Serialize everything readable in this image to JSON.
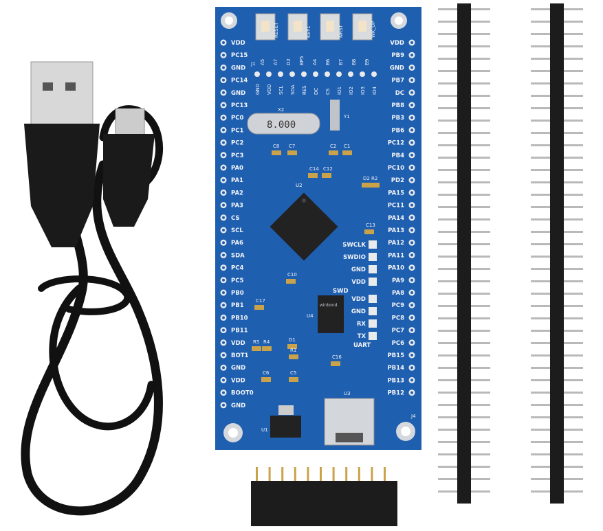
{
  "colors": {
    "pcb": "#1f5fb0",
    "pcb_dark": "#174d94",
    "silkscreen": "#f2f4f8",
    "header_plastic": "#1c1c1c",
    "pins": "#c9a24a",
    "cable": "#111111"
  },
  "board": {
    "left_pins": [
      "VDD",
      "PC15",
      "GND",
      "PC14",
      "GND",
      "PC13",
      "PC0",
      "PC1",
      "PC2",
      "PC3",
      "PA0",
      "PA1",
      "PA2",
      "PA3",
      "CS",
      "SCL",
      "PA6",
      "SDA",
      "PC4",
      "PC5",
      "PB0",
      "PB1",
      "PB10",
      "PB11",
      "VDD",
      "BOT1",
      "GND",
      "VDD",
      "BOOT0",
      "GND"
    ],
    "right_pins": [
      "VDD",
      "PB9",
      "GND",
      "PB7",
      "DC",
      "PB8",
      "PB3",
      "PB6",
      "PC12",
      "PB4",
      "PC10",
      "PD2",
      "PA15",
      "PC11",
      "PA14",
      "PA13",
      "PA12",
      "PA11",
      "PA10",
      "PA9",
      "PA8",
      "PC9",
      "PC8",
      "PC7",
      "PC6",
      "PB15",
      "PB14",
      "PB13",
      "PB12"
    ],
    "buttons": [
      "RESET",
      "KEY1",
      "NRST",
      "WK_UP"
    ],
    "top_row_1": [
      "J1",
      "A5",
      "A7",
      "D2",
      "BP5",
      "A4",
      "B6",
      "B7",
      "B8",
      "B9"
    ],
    "top_row_2": [
      "GND",
      "VDD",
      "SCL",
      "SDA",
      "RES",
      "DC",
      "CS",
      "IO1",
      "IO2",
      "IO3",
      "IO4"
    ],
    "swd_labels": [
      "SWCLK",
      "SWDIO",
      "GND",
      "VDD"
    ],
    "swd_title": "SWD",
    "uart_labels": [
      "VDD",
      "GND",
      "RX",
      "TX"
    ],
    "uart_title": "UART",
    "crystal_label": "X2",
    "crystal_value": "8.000",
    "components": [
      "U2",
      "U3",
      "U4",
      "U1",
      "Y1",
      "C1",
      "C2",
      "C7",
      "C8",
      "C14",
      "C12",
      "C13",
      "C10",
      "C17",
      "C16",
      "C6",
      "C5",
      "R5",
      "R4",
      "D1",
      "R1",
      "R2",
      "D2"
    ],
    "flash_chip_text": "winbond",
    "j4_label": "J4"
  }
}
